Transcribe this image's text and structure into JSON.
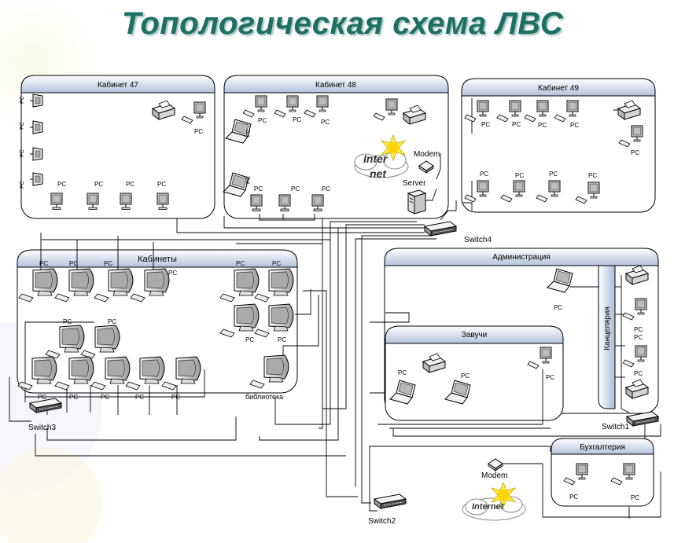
{
  "title": "Топологическая схема ЛВС",
  "rooms": {
    "cab47": "Кабинет 47",
    "cab48": "Кабинет 48",
    "cab49": "Кабинет 49",
    "cabinets": "Кабинеты",
    "admin": "Администрация",
    "zavuchi": "Завучи",
    "kancelyaria": "Канцелярия",
    "buhgalteria": "Бухгалтерия"
  },
  "labels": {
    "pc": "PC",
    "modem": "Modem",
    "server": "Server",
    "switch1": "Switch1",
    "switch2": "Switch2",
    "switch3": "Switch3",
    "switch4": "Switch4",
    "library": "библиотека",
    "internet1": "Inter",
    "internet2": "net",
    "internet_full": "Internet"
  },
  "colors": {
    "title": "#1d6f64",
    "room_header": "#c9d4e6",
    "line": "#000000"
  }
}
